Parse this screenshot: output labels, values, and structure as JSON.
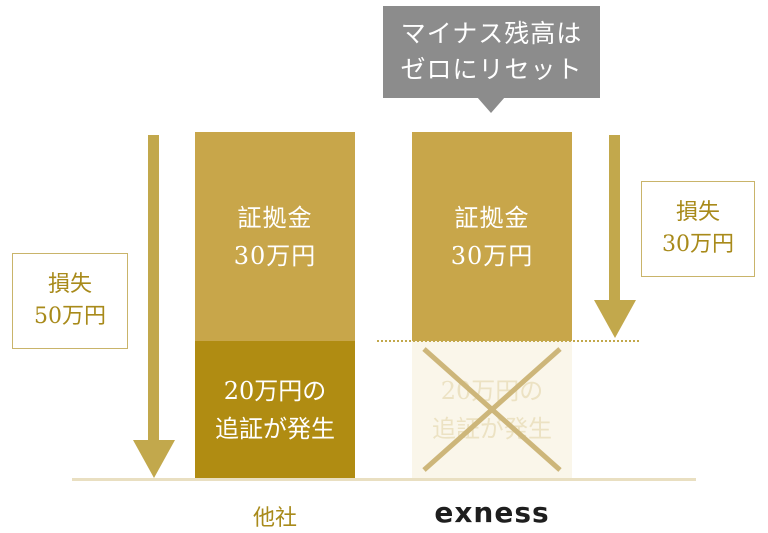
{
  "callout": {
    "line1": "マイナス残高は",
    "line2": "ゼロにリセット"
  },
  "left_loss": {
    "line1": "損失",
    "line2": "50万円"
  },
  "right_loss": {
    "line1": "損失",
    "line2": "30万円"
  },
  "other_company": {
    "margin_line1": "証拠金",
    "margin_line2": "30万円",
    "margin_call_line1": "20万円の",
    "margin_call_line2": "追証が発生",
    "label": "他社"
  },
  "exness": {
    "margin_line1": "証拠金",
    "margin_line2": "30万円",
    "margin_call_line1": "20万円の",
    "margin_call_line2": "追証が発生",
    "label": "exness"
  },
  "colors": {
    "gold": "#c8a64a",
    "dark_gold": "#b08c12",
    "callout_gray": "#8c8c8c"
  }
}
